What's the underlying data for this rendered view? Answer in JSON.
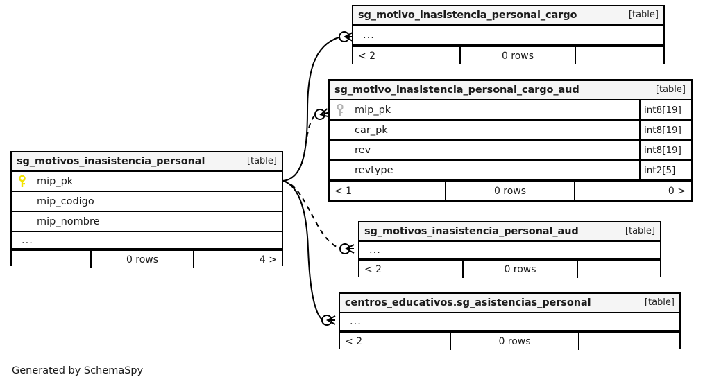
{
  "diagram": {
    "generator_note": "Generated by SchemaSpy",
    "table_tag": "[table]",
    "ellipsis": "...",
    "colors": {
      "primary_key_icon": "#f2e300",
      "secondary_key_icon": "#b3b3b3",
      "title_bar": "#f5f5f5",
      "border": "#000000",
      "background": "#ffffff"
    }
  },
  "tables": [
    {
      "id": "cargo",
      "name": "sg_motivo_inasistencia_personal_cargo",
      "tag": "[table]",
      "focused": false,
      "columns": [
        {
          "name": "...",
          "type": "",
          "key": "none",
          "is_ellipsis": true
        }
      ],
      "footer": {
        "left": "< 2",
        "center": "0 rows",
        "right": ""
      }
    },
    {
      "id": "cargo_aud",
      "name": "sg_motivo_inasistencia_personal_cargo_aud",
      "tag": "[table]",
      "focused": true,
      "columns": [
        {
          "name": "mip_pk",
          "type": "int8[19]",
          "key": "secondary",
          "is_ellipsis": false
        },
        {
          "name": "car_pk",
          "type": "int8[19]",
          "key": "none",
          "is_ellipsis": false
        },
        {
          "name": "rev",
          "type": "int8[19]",
          "key": "none",
          "is_ellipsis": false
        },
        {
          "name": "revtype",
          "type": "int2[5]",
          "key": "none",
          "is_ellipsis": false
        }
      ],
      "footer": {
        "left": "< 1",
        "center": "0 rows",
        "right": "0 >"
      }
    },
    {
      "id": "motivos",
      "name": "sg_motivos_inasistencia_personal",
      "tag": "[table]",
      "focused": false,
      "columns": [
        {
          "name": "mip_pk",
          "type": "",
          "key": "primary",
          "is_ellipsis": false
        },
        {
          "name": "mip_codigo",
          "type": "",
          "key": "none",
          "is_ellipsis": false
        },
        {
          "name": "mip_nombre",
          "type": "",
          "key": "none",
          "is_ellipsis": false
        },
        {
          "name": "...",
          "type": "",
          "key": "none",
          "is_ellipsis": true
        }
      ],
      "footer": {
        "left": "",
        "center": "0 rows",
        "right": "4 >"
      }
    },
    {
      "id": "motivos_aud",
      "name": "sg_motivos_inasistencia_personal_aud",
      "tag": "[table]",
      "focused": false,
      "columns": [
        {
          "name": "...",
          "type": "",
          "key": "none",
          "is_ellipsis": true
        }
      ],
      "footer": {
        "left": "< 2",
        "center": "0 rows",
        "right": ""
      }
    },
    {
      "id": "asistencias",
      "name": "centros_educativos.sg_asistencias_personal",
      "tag": "[table]",
      "focused": false,
      "columns": [
        {
          "name": "...",
          "type": "",
          "key": "none",
          "is_ellipsis": true
        }
      ],
      "footer": {
        "left": "< 2",
        "center": "0 rows",
        "right": ""
      }
    }
  ],
  "relationships": [
    {
      "from": "motivos.mip_pk",
      "to": "cargo",
      "style": "solid"
    },
    {
      "from": "motivos.mip_pk",
      "to": "cargo_aud",
      "style": "dashed"
    },
    {
      "from": "motivos.mip_pk",
      "to": "motivos_aud",
      "style": "dashed"
    },
    {
      "from": "motivos.mip_pk",
      "to": "asistencias",
      "style": "solid"
    }
  ]
}
